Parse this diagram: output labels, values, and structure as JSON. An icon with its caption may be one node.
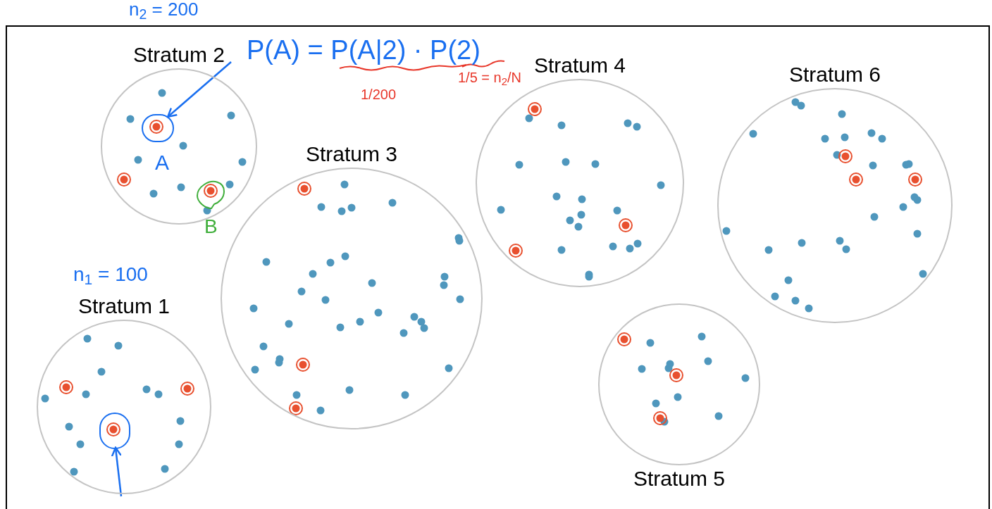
{
  "diagram": {
    "nodes": [
      {
        "text": [
          "Stratum 1"
        ]
      },
      {
        "text": [
          "Stratum 2"
        ]
      },
      {
        "text": [
          "Stratum 3"
        ]
      },
      {
        "text": [
          "Stratum 4"
        ]
      },
      {
        "text": [
          "Stratum 5"
        ]
      },
      {
        "text": [
          "Stratum 6"
        ]
      },
      {
        "text": [],
        "shape": "circle",
        "in": 1
      },
      {
        "text": [],
        "shape": "circle",
        "in": 0
      }
    ],
    "edges": [
      {
        "from": null,
        "to": 6,
        "arrow": "to",
        "color": "#1a6ff0"
      },
      {
        "from": null,
        "to": 7,
        "arrow": "to",
        "color": "#1a6ff0"
      }
    ],
    "labels": [
      "n$_{2}$ = 200",
      "P(A) = P(A|2) · P(2)",
      "1/200",
      "1/5 = n$_{2}$/N",
      "A",
      "B",
      "n$_{1}$ = 100"
    ]
  }
}
